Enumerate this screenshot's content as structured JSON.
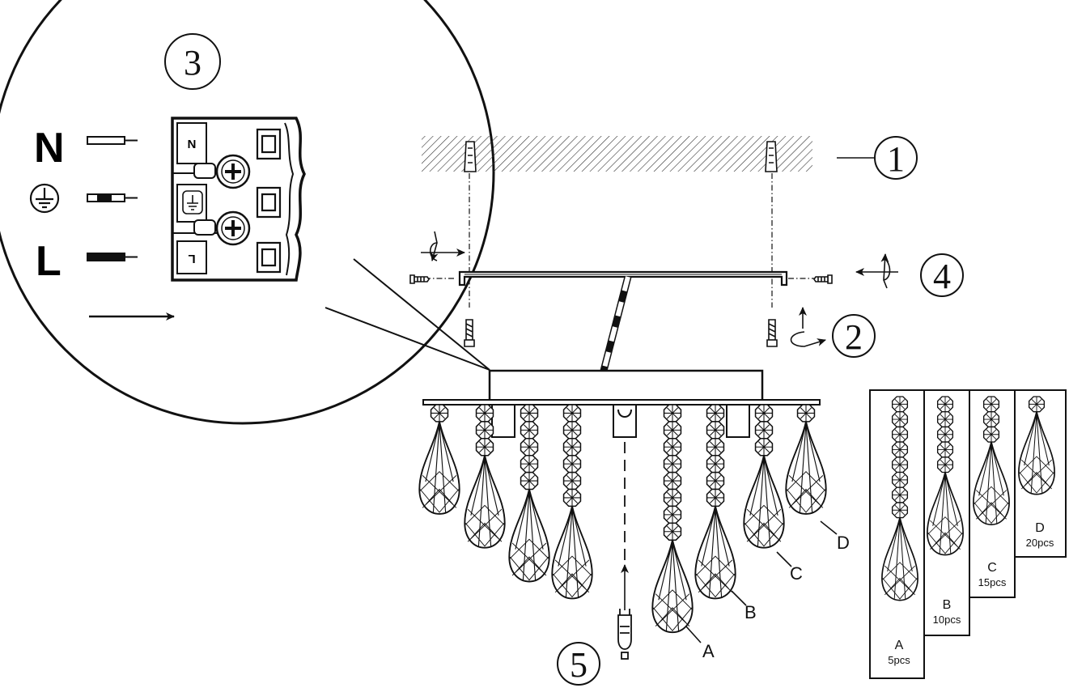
{
  "steps": {
    "s1": "1",
    "s2": "2",
    "s3": "3",
    "s4": "4",
    "s5": "5"
  },
  "wiring": {
    "neutral": "N",
    "live": "L",
    "terminal_n": "N",
    "terminal_l": "L",
    "earth_icon": "earth-ground-symbol"
  },
  "crystal_callouts": {
    "a": "A",
    "b": "B",
    "c": "C",
    "d": "D"
  },
  "parts_list": [
    {
      "letter": "A",
      "qty": "5pcs"
    },
    {
      "letter": "B",
      "qty": "10pcs"
    },
    {
      "letter": "C",
      "qty": "15pcs"
    },
    {
      "letter": "D",
      "qty": "20pcs"
    }
  ]
}
